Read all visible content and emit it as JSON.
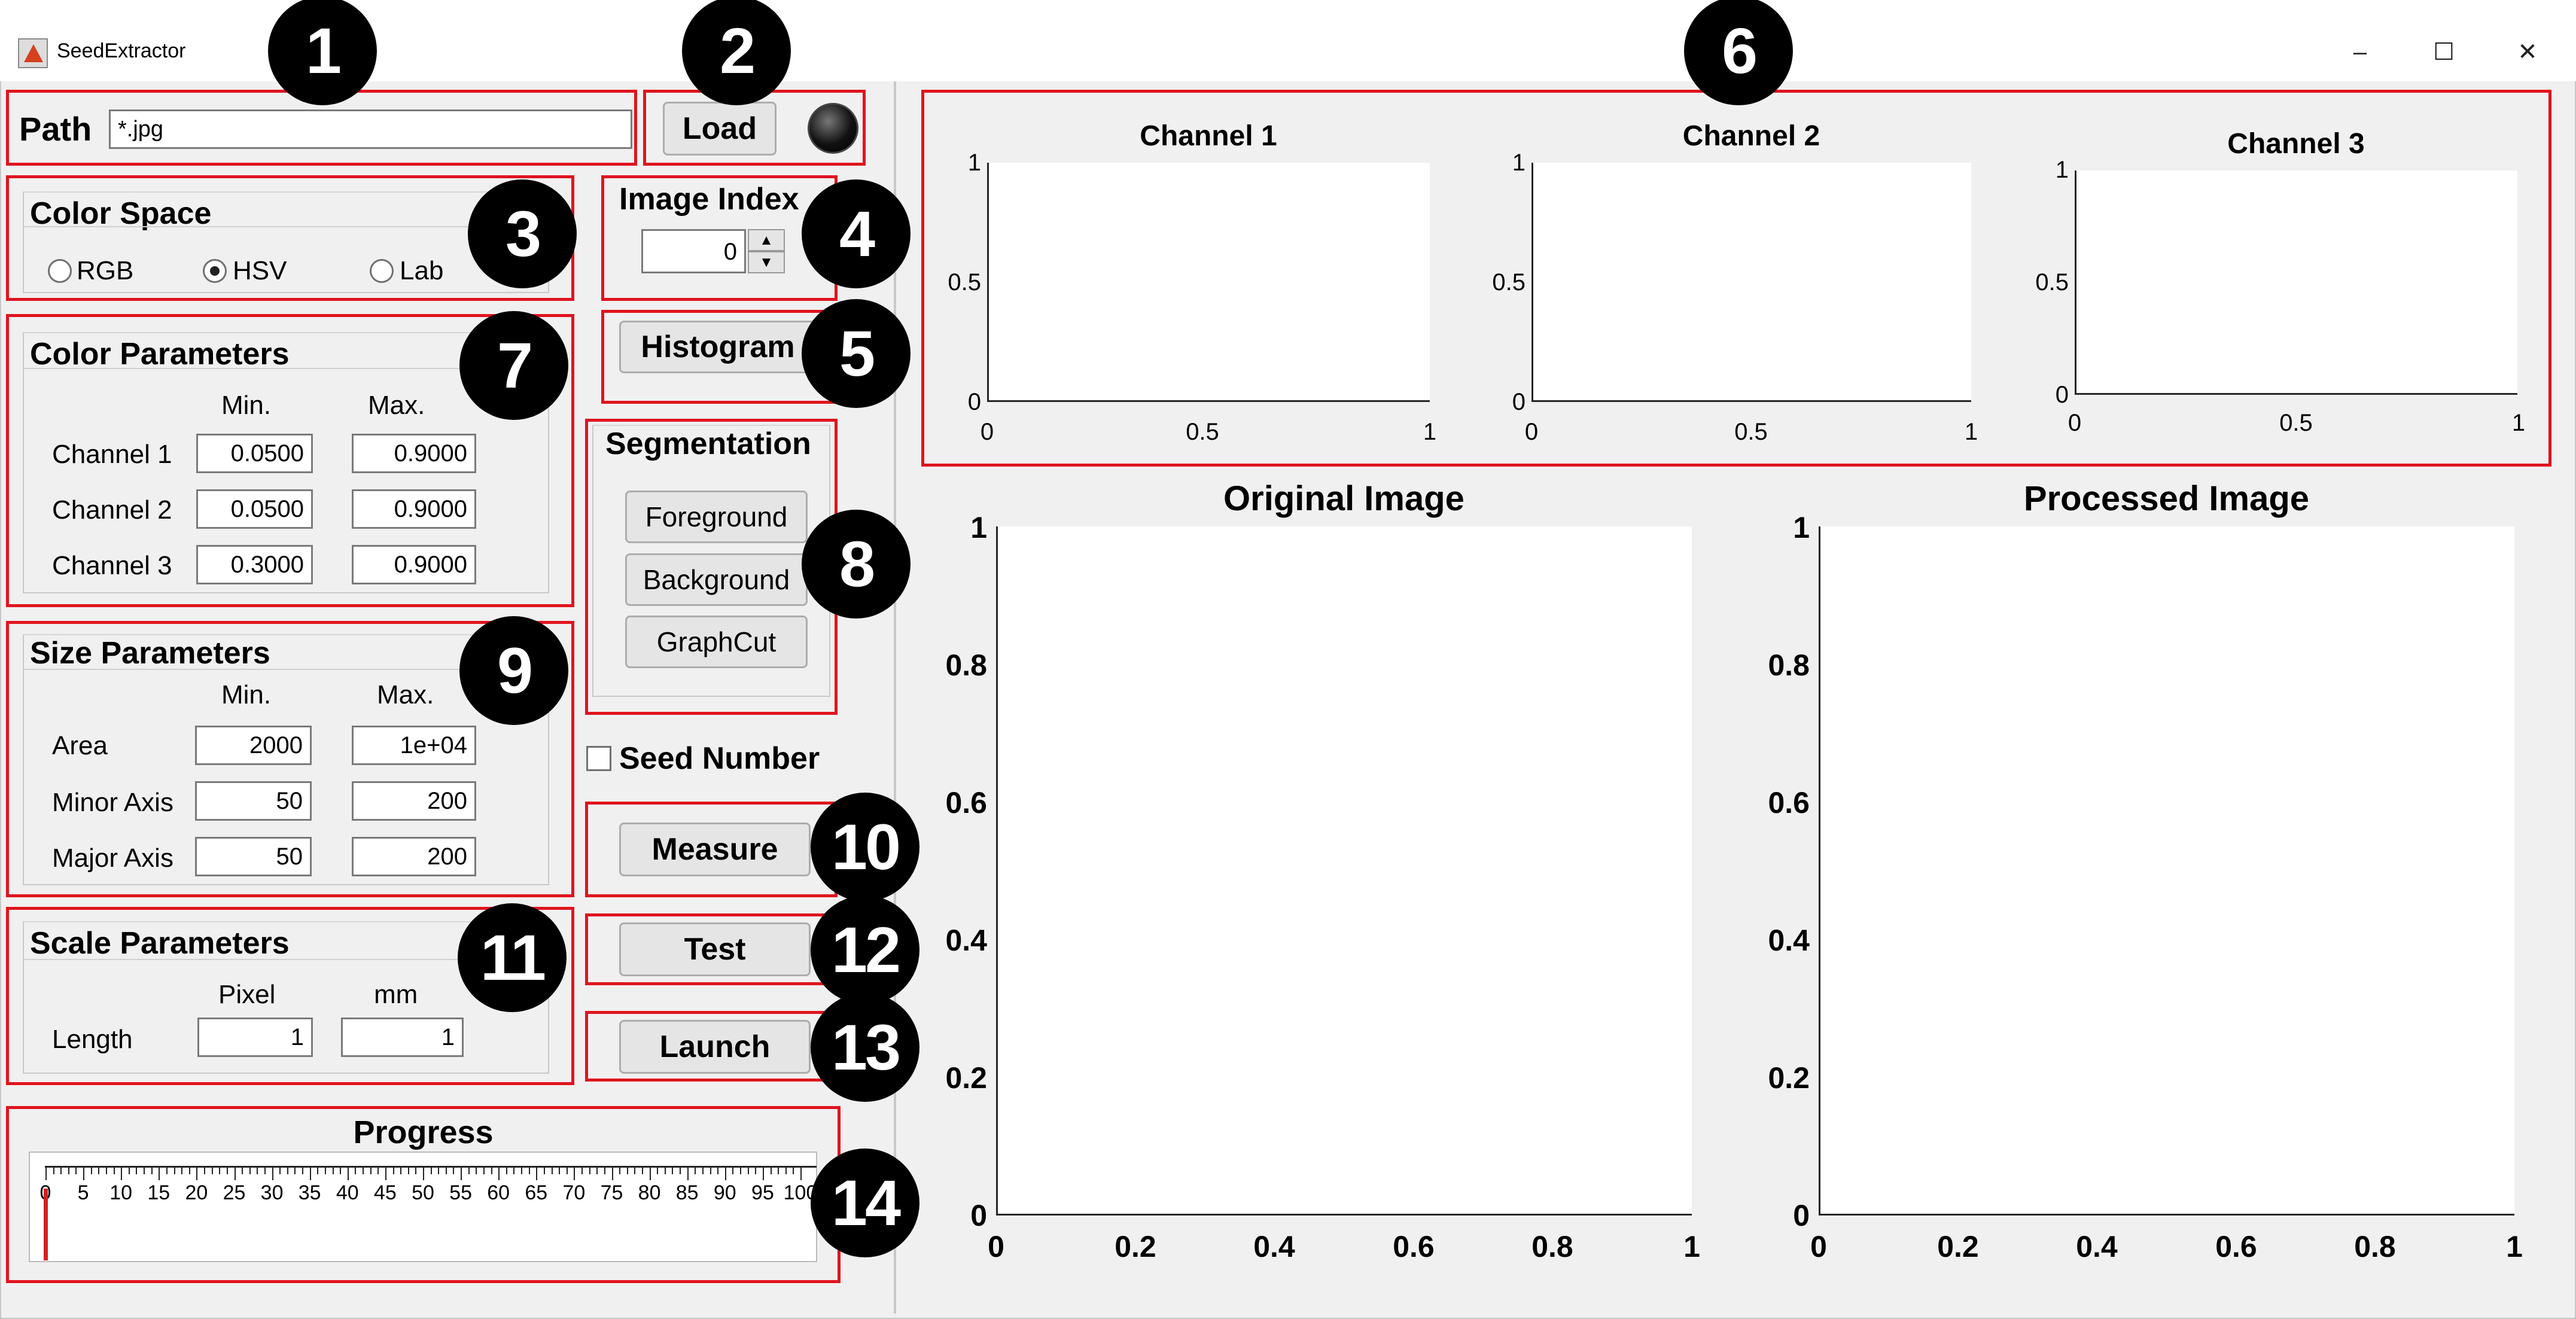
{
  "window": {
    "title": "SeedExtractor",
    "minimize": "–",
    "maximize": "☐",
    "close": "✕"
  },
  "path": {
    "label": "Path",
    "value": "*.jpg"
  },
  "load": {
    "label": "Load"
  },
  "color_space": {
    "title": "Color Space",
    "options": [
      "RGB",
      "HSV",
      "Lab"
    ],
    "selected": "HSV"
  },
  "image_index": {
    "title": "Image Index",
    "value": "0"
  },
  "histogram": {
    "label": "Histogram"
  },
  "color_params": {
    "title": "Color Parameters",
    "min_label": "Min.",
    "max_label": "Max.",
    "rows": [
      {
        "label": "Channel 1",
        "min": "0.0500",
        "max": "0.9000"
      },
      {
        "label": "Channel 2",
        "min": "0.0500",
        "max": "0.9000"
      },
      {
        "label": "Channel 3",
        "min": "0.3000",
        "max": "0.9000"
      }
    ]
  },
  "segmentation": {
    "title": "Segmentation",
    "buttons": [
      "Foreground",
      "Background",
      "GraphCut"
    ]
  },
  "size_params": {
    "title": "Size Parameters",
    "min_label": "Min.",
    "max_label": "Max.",
    "rows": [
      {
        "label": "Area",
        "min": "2000",
        "max": "1e+04"
      },
      {
        "label": "Minor Axis",
        "min": "50",
        "max": "200"
      },
      {
        "label": "Major Axis",
        "min": "50",
        "max": "200"
      }
    ]
  },
  "seed_number": {
    "label": "Seed Number",
    "checked": false
  },
  "measure": {
    "label": "Measure"
  },
  "scale_params": {
    "title": "Scale Parameters",
    "pixel_label": "Pixel",
    "mm_label": "mm",
    "row_label": "Length",
    "pixel": "1",
    "mm": "1"
  },
  "test": {
    "label": "Test"
  },
  "launch": {
    "label": "Launch"
  },
  "progress": {
    "title": "Progress",
    "value": 0,
    "ticks": [
      "0",
      "5",
      "10",
      "15",
      "20",
      "25",
      "30",
      "35",
      "40",
      "45",
      "50",
      "55",
      "60",
      "65",
      "70",
      "75",
      "80",
      "85",
      "90",
      "95",
      "100"
    ]
  },
  "channels": [
    {
      "title": "Channel 1",
      "yticks": [
        "1",
        "0.5",
        "0"
      ],
      "xticks": [
        "0",
        "0.5",
        "1"
      ]
    },
    {
      "title": "Channel 2",
      "yticks": [
        "1",
        "0.5",
        "0"
      ],
      "xticks": [
        "0",
        "0.5",
        "1"
      ]
    },
    {
      "title": "Channel 3",
      "yticks": [
        "1",
        "0.5",
        "0"
      ],
      "xticks": [
        "0",
        "0.5",
        "1"
      ]
    }
  ],
  "original_image": {
    "title": "Original Image",
    "yticks": [
      "1",
      "0.8",
      "0.6",
      "0.4",
      "0.2",
      "0"
    ],
    "xticks": [
      "0",
      "0.2",
      "0.4",
      "0.6",
      "0.8",
      "1"
    ]
  },
  "processed_image": {
    "title": "Processed Image",
    "yticks": [
      "1",
      "0.8",
      "0.6",
      "0.4",
      "0.2",
      "0"
    ],
    "xticks": [
      "0",
      "0.2",
      "0.4",
      "0.6",
      "0.8",
      "1"
    ]
  },
  "badges": [
    "1",
    "2",
    "3",
    "4",
    "5",
    "6",
    "7",
    "8",
    "9",
    "10",
    "11",
    "12",
    "13",
    "14"
  ]
}
